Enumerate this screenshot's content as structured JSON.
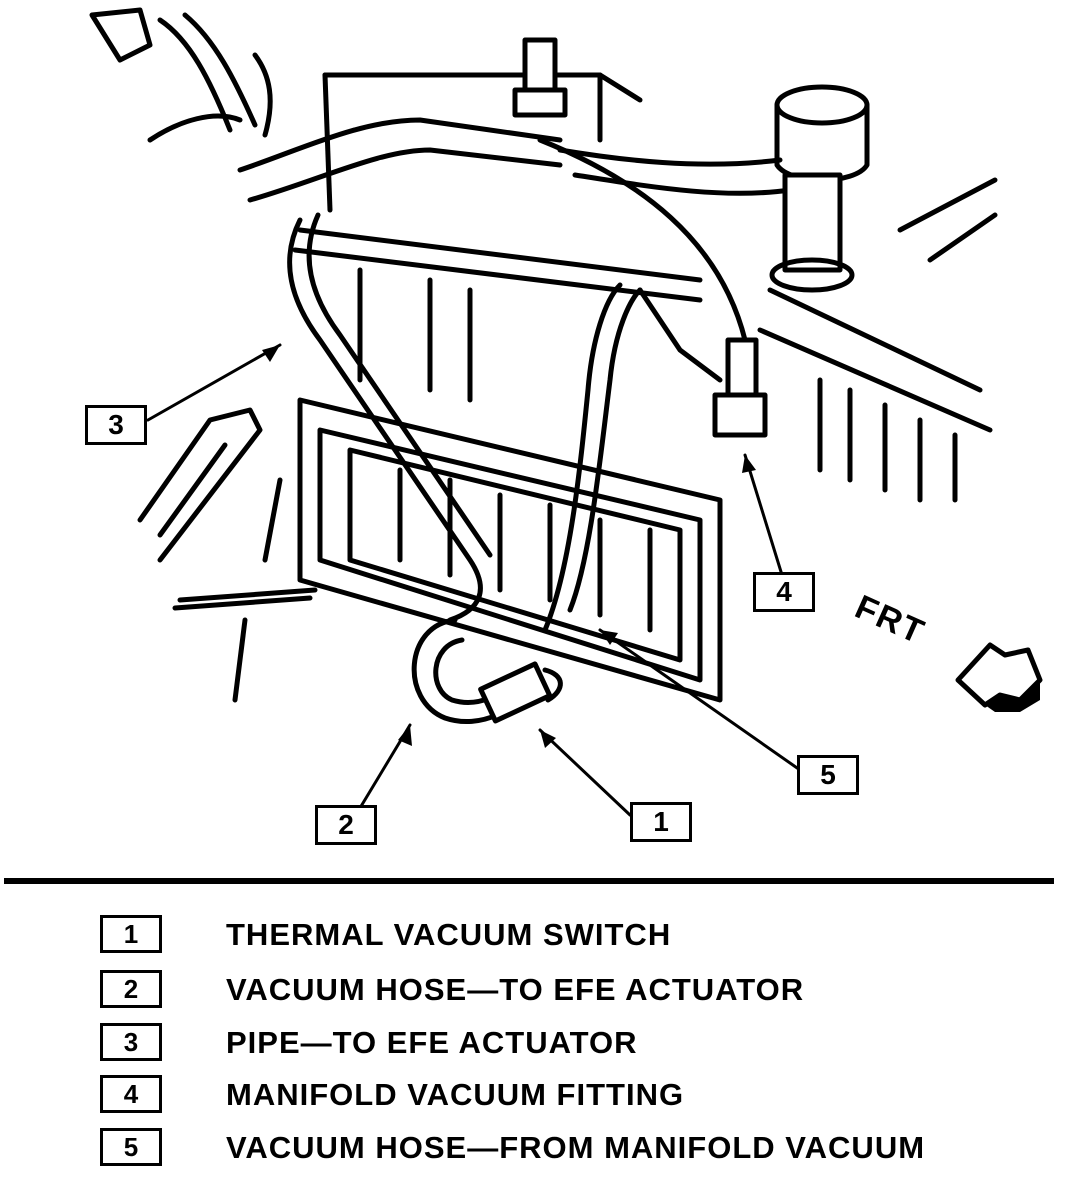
{
  "diagram": {
    "callouts": [
      {
        "id": "1",
        "label": "1"
      },
      {
        "id": "2",
        "label": "2"
      },
      {
        "id": "3",
        "label": "3"
      },
      {
        "id": "4",
        "label": "4"
      },
      {
        "id": "5",
        "label": "5"
      }
    ],
    "direction_label": "FRT",
    "direction_icon": "arrow-icon"
  },
  "legend": {
    "items": [
      {
        "num": "1",
        "text": "THERMAL VACUUM SWITCH"
      },
      {
        "num": "2",
        "text": "VACUUM HOSE—TO EFE ACTUATOR"
      },
      {
        "num": "3",
        "text": "PIPE—TO EFE ACTUATOR"
      },
      {
        "num": "4",
        "text": "MANIFOLD VACUUM FITTING"
      },
      {
        "num": "5",
        "text": "VACUUM HOSE—FROM MANIFOLD VACUUM"
      }
    ]
  }
}
